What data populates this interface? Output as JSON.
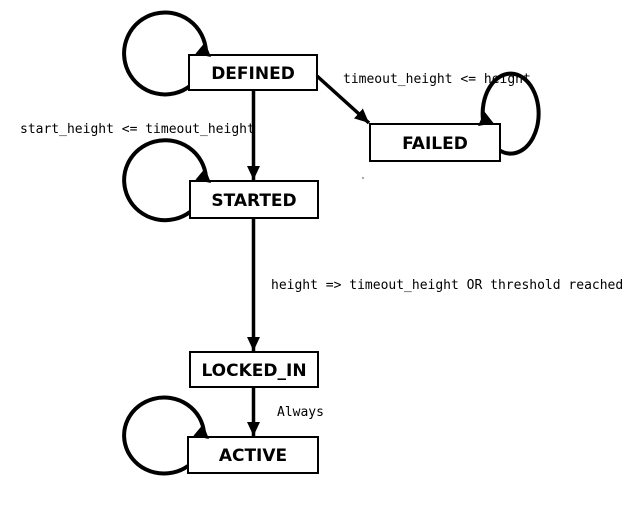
{
  "diagram": {
    "type": "state-machine",
    "colors": {
      "background": "#ffffff",
      "stroke": "#000000",
      "text": "#000000"
    },
    "states": [
      {
        "id": "defined",
        "label": "DEFINED",
        "self_loop": true
      },
      {
        "id": "failed",
        "label": "FAILED",
        "self_loop": true
      },
      {
        "id": "started",
        "label": "STARTED",
        "self_loop": true
      },
      {
        "id": "locked_in",
        "label": "LOCKED_IN",
        "self_loop": false
      },
      {
        "id": "active",
        "label": "ACTIVE",
        "self_loop": true
      }
    ],
    "transitions": [
      {
        "from": "DEFINED",
        "to": "FAILED",
        "label": "timeout_height <= height"
      },
      {
        "from": "DEFINED",
        "to": "STARTED",
        "label": "start_height <= timeout_height"
      },
      {
        "from": "STARTED",
        "to": "LOCKED_IN",
        "label": "height => timeout_height OR threshold reached"
      },
      {
        "from": "LOCKED_IN",
        "to": "ACTIVE",
        "label": "Always"
      }
    ]
  }
}
